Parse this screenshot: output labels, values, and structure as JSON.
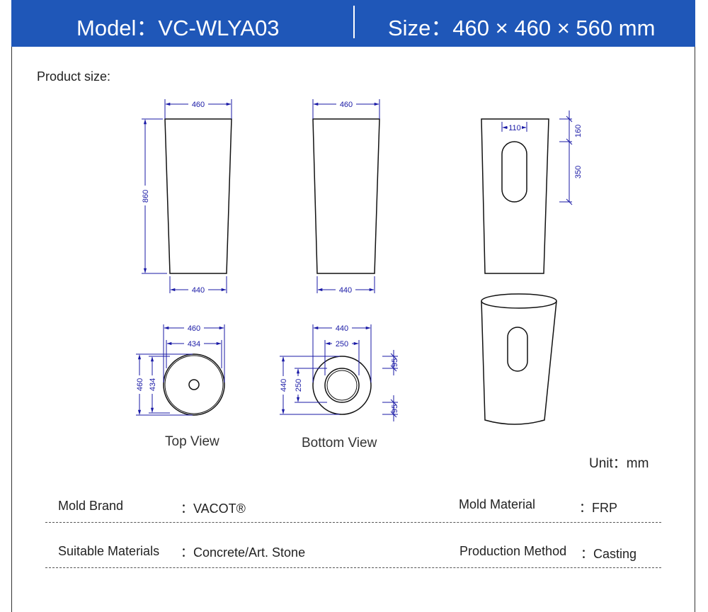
{
  "header": {
    "model_label": "Model：VC-WLYA03",
    "size_label": "Size：460 × 460 × 560 mm"
  },
  "section_title": "Product size:",
  "dimensions": {
    "front_top": "460",
    "front_bottom": "440",
    "front_height": "860",
    "side_top": "460",
    "side_bottom": "440",
    "slot_width": "110",
    "slot_offset": "160",
    "slot_height": "350",
    "top_outer": "460",
    "top_inner": "434",
    "top_outer_v": "460",
    "top_inner_v": "434",
    "bottom_outer": "440",
    "bottom_inner": "250",
    "bottom_outer_v": "440",
    "bottom_inner_v": "250",
    "bottom_rim_top": "95",
    "bottom_rim_bottom": "95"
  },
  "views": {
    "top_view": "Top View",
    "bottom_view": "Bottom View"
  },
  "unit_label": "Unit：mm",
  "specs": {
    "mold_brand_label": "Mold Brand",
    "mold_brand_value": "：VACOT®",
    "mold_material_label": "Mold Material",
    "mold_material_value": "：FRP",
    "suitable_materials_label": "Suitable Materials",
    "suitable_materials_value": "：Concrete/Art. Stone",
    "production_method_label": "Production Method",
    "production_method_value": "：Casting"
  },
  "colors": {
    "header_bg": "#1f57b8",
    "dimension_line": "#1a1aa6",
    "outline": "#111111"
  }
}
